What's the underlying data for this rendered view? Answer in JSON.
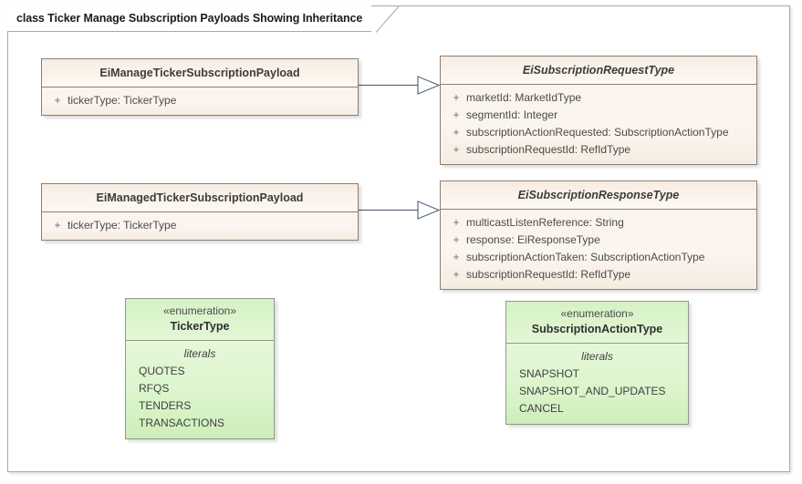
{
  "frame": {
    "title": "class Ticker Manage Subscription Payloads Showing Inheritance"
  },
  "classes": [
    {
      "name": "EiManageTickerSubscriptionPayload",
      "abstract": false,
      "attributes": [
        {
          "visibility": "+",
          "text": "tickerType: TickerType"
        }
      ]
    },
    {
      "name": "EiSubscriptionRequestType",
      "abstract": true,
      "attributes": [
        {
          "visibility": "+",
          "text": "marketId: MarketIdType"
        },
        {
          "visibility": "+",
          "text": "segmentId: Integer"
        },
        {
          "visibility": "+",
          "text": "subscriptionActionRequested: SubscriptionActionType"
        },
        {
          "visibility": "+",
          "text": "subscriptionRequestId: RefIdType"
        }
      ]
    },
    {
      "name": "EiManagedTickerSubscriptionPayload",
      "abstract": false,
      "attributes": [
        {
          "visibility": "+",
          "text": "tickerType: TickerType"
        }
      ]
    },
    {
      "name": "EiSubscriptionResponseType",
      "abstract": true,
      "attributes": [
        {
          "visibility": "+",
          "text": "multicastListenReference: String"
        },
        {
          "visibility": "+",
          "text": "response: EiResponseType"
        },
        {
          "visibility": "+",
          "text": "subscriptionActionTaken: SubscriptionActionType"
        },
        {
          "visibility": "+",
          "text": "subscriptionRequestId: RefIdType"
        }
      ]
    }
  ],
  "enumerations": [
    {
      "stereotype": "«enumeration»",
      "name": "TickerType",
      "literals_label": "literals",
      "literals": [
        "QUOTES",
        "RFQS",
        "TENDERS",
        "TRANSACTIONS"
      ]
    },
    {
      "stereotype": "«enumeration»",
      "name": "SubscriptionActionType",
      "literals_label": "literals",
      "literals": [
        "SNAPSHOT",
        "SNAPSHOT_AND_UPDATES",
        "CANCEL"
      ]
    }
  ],
  "connectors": [
    {
      "name": "generalization-manage-to-request",
      "type": "generalization"
    },
    {
      "name": "generalization-managed-to-response",
      "type": "generalization"
    }
  ],
  "colors": {
    "class_fill": "#fdf7f1",
    "class_border": "#8a7f77",
    "enum_fill": "#ddf5cf",
    "enum_border": "#8f9a8a",
    "connector": "#5a6980",
    "frame_border": "#a9a9ad"
  }
}
